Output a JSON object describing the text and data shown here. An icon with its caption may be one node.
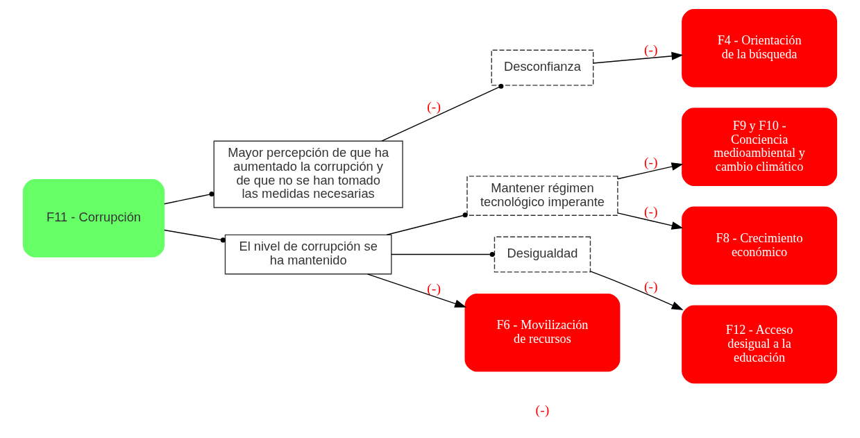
{
  "diagram": {
    "nodes": [
      {
        "text": [
          "F11 - Corrupción"
        ]
      },
      {
        "text": [
          "Mayor percepción de que ha aumentado la corrupción y de que no se han tomado las medidas necesarias"
        ]
      },
      {
        "text": [
          "El nivel de corrupción se ha mantenido"
        ]
      },
      {
        "text": [
          "Desconfianza"
        ]
      },
      {
        "text": [
          "Mantener régimen tecnológico imperante"
        ]
      },
      {
        "text": [
          "Desigualdad"
        ]
      },
      {
        "text": [
          "F4 - Orientación de la búsqueda"
        ]
      },
      {
        "text": [
          "F6 - Movilización de recursos"
        ]
      },
      {
        "text": [
          "F9 y F10 - Conciencia medioambiental y cambio climático"
        ]
      },
      {
        "text": [
          "F8 - Crecimiento económico"
        ]
      },
      {
        "text": [
          "F12 - Acceso desigual a la educación"
        ]
      }
    ],
    "edges": [
      {
        "from": 0,
        "to": 1,
        "arrow": "other"
      },
      {
        "from": 0,
        "to": 2,
        "arrow": "other"
      },
      {
        "from": 1,
        "to": 3,
        "arrow": "other",
        "label": "(-)"
      },
      {
        "from": 3,
        "to": 6,
        "arrow": "to",
        "label": "(-)"
      },
      {
        "from": 2,
        "to": 7,
        "arrow": "to",
        "label": "(-)"
      },
      {
        "from": 2,
        "to": 4,
        "arrow": "other"
      },
      {
        "from": 2,
        "to": 5,
        "arrow": "other"
      },
      {
        "from": 4,
        "to": 8,
        "arrow": "to",
        "label": "(-)"
      },
      {
        "from": 4,
        "to": 9,
        "arrow": "to",
        "label": "(-)"
      },
      {
        "from": 5,
        "to": 10,
        "arrow": "to",
        "label": "(-)"
      }
    ],
    "labels": [
      "(-)"
    ]
  }
}
